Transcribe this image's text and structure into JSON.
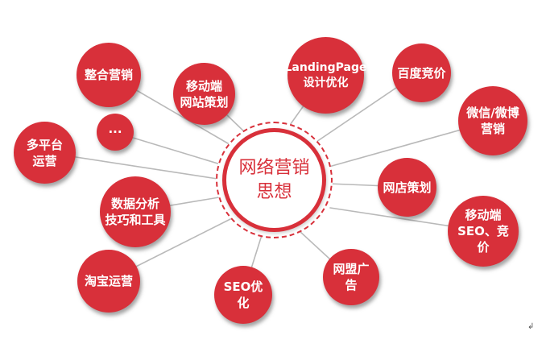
{
  "diagram": {
    "center": {
      "label": "网络营销\n思想"
    },
    "nodes": [
      {
        "id": "zhenghe",
        "label": "整合营销"
      },
      {
        "id": "yidong-wangzhan",
        "label": "移动端\n网站策划"
      },
      {
        "id": "landingpage",
        "label": "LandingPage\n设计优化"
      },
      {
        "id": "baidu",
        "label": "百度竞价"
      },
      {
        "id": "weixin-weibo",
        "label": "微信/微博\n营销"
      },
      {
        "id": "ellipsis",
        "label": "···"
      },
      {
        "id": "duopingtai",
        "label": "多平台\n运营"
      },
      {
        "id": "wangdian",
        "label": "网店策划"
      },
      {
        "id": "shuju",
        "label": "数据分析\n技巧和工具"
      },
      {
        "id": "yidong-seo",
        "label": "移动端\nSEO、竞价"
      },
      {
        "id": "taobao",
        "label": "淘宝运营"
      },
      {
        "id": "seo",
        "label": "SEO优化"
      },
      {
        "id": "wangmeng",
        "label": "网盟广告"
      }
    ],
    "colors": {
      "node": "#d8303a",
      "node_text": "#ffffff",
      "center_text": "#d8303a",
      "connector": "#b9b9b9"
    }
  },
  "footer": {
    "mark": "↲"
  }
}
